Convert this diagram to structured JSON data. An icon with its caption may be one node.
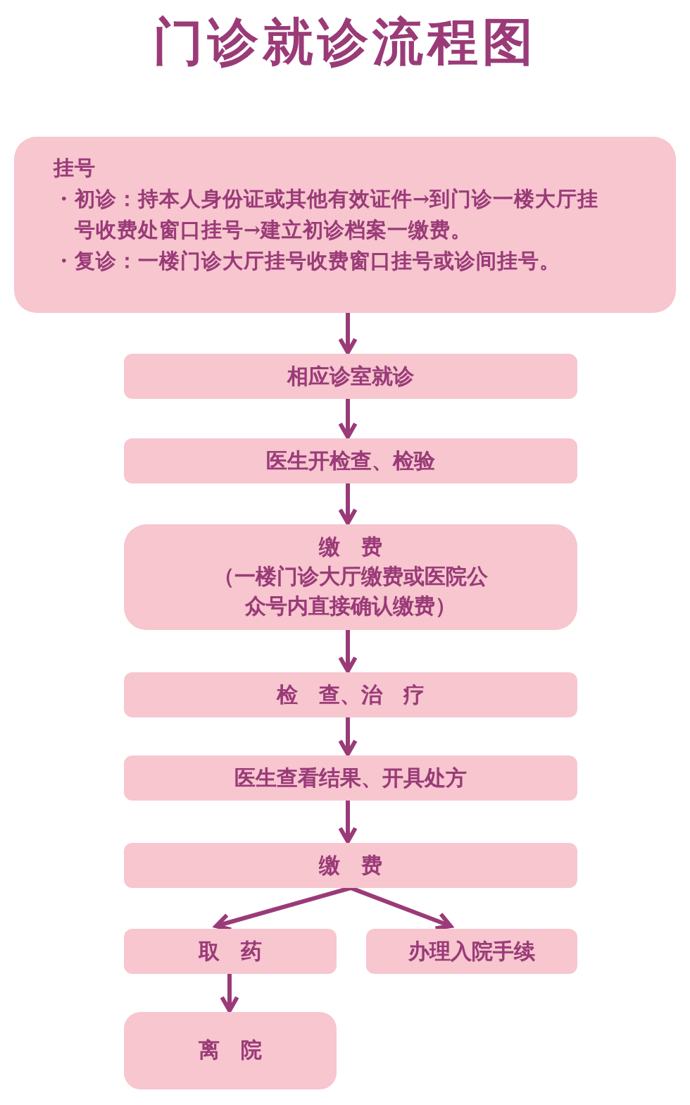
{
  "diagram": {
    "title": "门诊就诊流程图",
    "nodes": [
      {
        "text": [
          "挂号",
          "・初诊：持本人身份证或其他有效证件→到门诊一楼大厅挂号收费处窗口挂号→建立初诊档案一缴费。",
          "・复诊：一楼门诊大厅挂号收费窗口挂号或诊间挂号。"
        ]
      },
      {
        "text": [
          "相应诊室就诊"
        ]
      },
      {
        "text": [
          "医生开检查、检验"
        ]
      },
      {
        "text": [
          "缴　费",
          "（一楼门诊大厅缴费或医院公众号内直接确认缴费）"
        ]
      },
      {
        "text": [
          "检　查、治　疗"
        ]
      },
      {
        "text": [
          "医生查看结果、开具处方"
        ]
      },
      {
        "text": [
          "缴　费"
        ]
      },
      {
        "text": [
          "取　药"
        ]
      },
      {
        "text": [
          "办理入院手续"
        ]
      },
      {
        "text": [
          "离　院"
        ]
      }
    ],
    "edges": [
      {
        "from": 0,
        "to": 1,
        "arrow": "to"
      },
      {
        "from": 1,
        "to": 2,
        "arrow": "to"
      },
      {
        "from": 2,
        "to": 3,
        "arrow": "to"
      },
      {
        "from": 3,
        "to": 4,
        "arrow": "to"
      },
      {
        "from": 4,
        "to": 5,
        "arrow": "to"
      },
      {
        "from": 5,
        "to": 6,
        "arrow": "to"
      },
      {
        "from": 6,
        "to": 7,
        "arrow": "to"
      },
      {
        "from": 6,
        "to": 8,
        "arrow": "to"
      },
      {
        "from": 7,
        "to": 9,
        "arrow": "to"
      }
    ]
  }
}
